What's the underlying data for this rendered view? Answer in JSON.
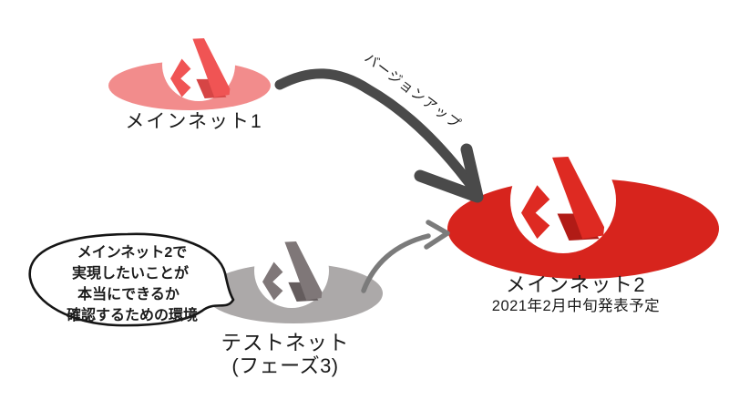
{
  "nodes": {
    "mainnet1": {
      "label": "メインネット1",
      "ellipse_color": "#F28C8C",
      "logo_primary": "#F05454",
      "logo_shadow": "#D64545"
    },
    "testnet": {
      "label_line1": "テストネット",
      "label_line2": "(フェーズ3)",
      "ellipse_color": "#ACA9A9",
      "logo_primary": "#7F7778",
      "logo_shadow": "#645C5D"
    },
    "mainnet2": {
      "label": "メインネット2",
      "sublabel": "2021年2月中旬発表予定",
      "ellipse_color": "#D7241D",
      "logo_primary": "#DE2A22",
      "logo_shadow": "#B11B16"
    }
  },
  "arrows": {
    "upgrade": {
      "label": "バージョンアップ",
      "color": "#4A4A4A"
    },
    "testnet_to_mainnet2": {
      "color": "#7B7B7B"
    }
  },
  "speech_bubble": {
    "stroke": "#151515",
    "fill": "#FFFFFF",
    "lines": [
      "メインネット2で",
      "実現したいことが",
      "本当にできるか",
      "確認するための環境"
    ]
  }
}
